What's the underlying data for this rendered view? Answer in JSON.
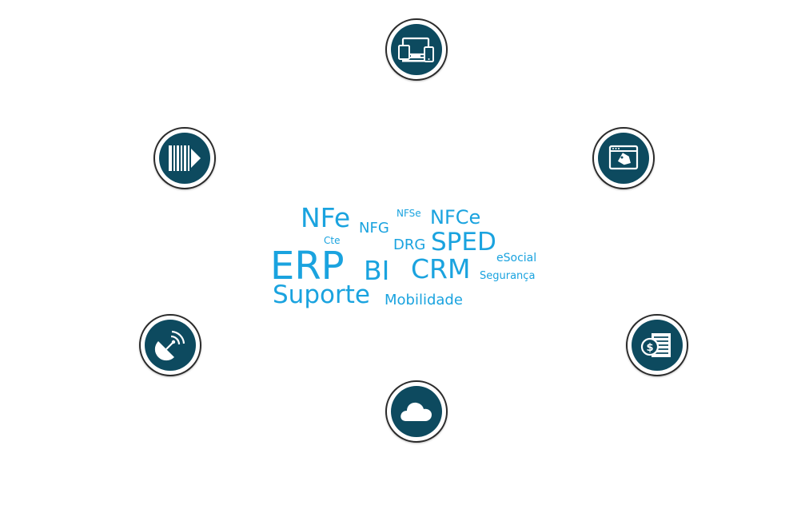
{
  "colors": {
    "icon_fill": "#0d4a5f",
    "word_color": "#1aa3df",
    "ring": "#2b2b2b",
    "background": "#ffffff"
  },
  "nodes": [
    {
      "id": "devices",
      "icon": "devices-icon"
    },
    {
      "id": "barcode",
      "icon": "barcode-arrow-icon"
    },
    {
      "id": "browser",
      "icon": "browser-tag-icon"
    },
    {
      "id": "satellite",
      "icon": "satellite-dish-icon"
    },
    {
      "id": "money",
      "icon": "dollar-document-icon"
    },
    {
      "id": "cloud",
      "icon": "cloud-icon"
    }
  ],
  "word_cloud": {
    "nfe": "NFe",
    "nfg": "NFG",
    "nfse": "NFSe",
    "nfce": "NFCe",
    "cte": "Cte",
    "drg": "DRG",
    "sped": "SPED",
    "erp": "ERP",
    "bi": "BI",
    "crm": "CRM",
    "esocial": "eSocial",
    "seguranca": "Segurança",
    "suporte": "Suporte",
    "mobilidade": "Mobilidade"
  }
}
